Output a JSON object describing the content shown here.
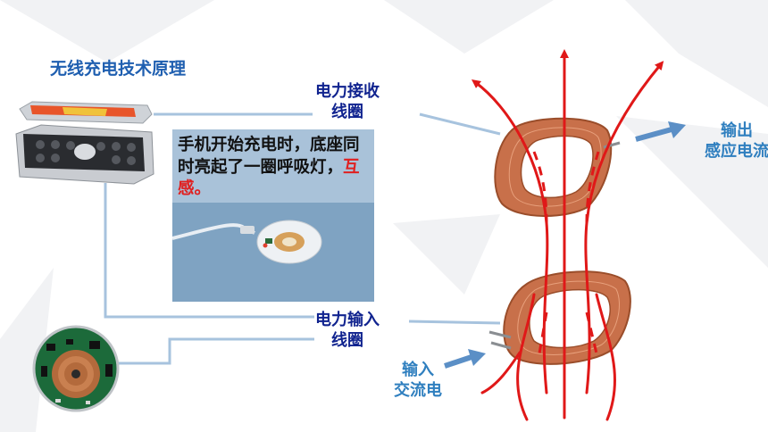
{
  "title": "无线充电技术原理",
  "receiver_label": {
    "line1": "电力接收",
    "line2": "线圈"
  },
  "input_label": {
    "line1": "电力输入",
    "line2": "线圈"
  },
  "output_label": {
    "line1": "输出",
    "line2": "感应电流"
  },
  "input_ac_label": {
    "line1": "输入",
    "line2": "交流电"
  },
  "info_box": {
    "text": "手机开始充电时，底座同时亮起了一圈呼吸灯，",
    "highlight": "互感。"
  },
  "colors": {
    "title": "#1f5fb0",
    "coil_label": "#10238f",
    "io_label": "#2f7fbf",
    "highlight": "#e02020",
    "field_lines": "#e01818",
    "coil": "#c8704a",
    "info_bg": "#a9c2d9"
  }
}
